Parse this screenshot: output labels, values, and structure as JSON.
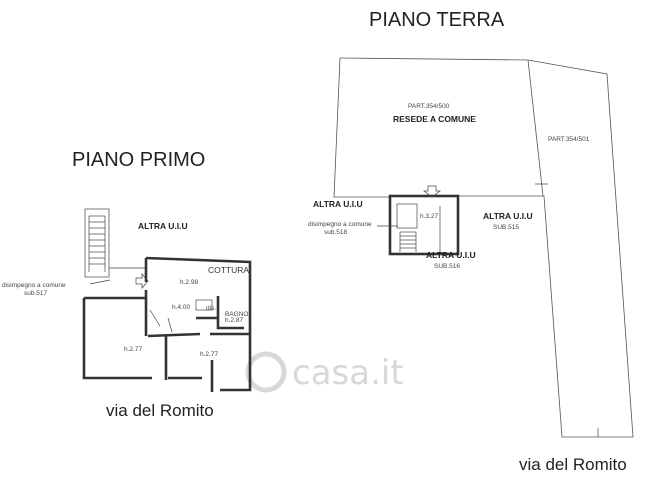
{
  "titles": {
    "ground_floor": "PIANO TERRA",
    "first_floor": "PIANO PRIMO"
  },
  "ground": {
    "parcel_500": "PART.354/500",
    "shared_yard": "RESEDE  A COMUNE",
    "parcel_501": "PART.354/501",
    "altra_uiu_left": "ALTRA U.I.U",
    "corridor_line1": "disimpegno a comune",
    "corridor_line2": "sub.518",
    "height_stair": "h.3.27",
    "altra_uiu_right": "ALTRA U.I.U",
    "sub_515": "SUB.515",
    "altra_uiu_bottom": "ALTRA U.I.U",
    "sub_516": "SUB.516",
    "street": "via del Romito"
  },
  "first": {
    "altra_uiu": "ALTRA U.I.U",
    "corridor_line1": "disimpegno a comune",
    "corridor_line2": "sub.517",
    "kitchen": "COTTURA",
    "height_kitchen": "h.2.98",
    "height_hall": "h.4.00",
    "dis": "dis.",
    "bathroom": "BAGNO",
    "height_bath": "h.2.87",
    "height_left_room": "h.2.77",
    "height_right_room": "h.2.77",
    "street": "via del Romito"
  },
  "watermark": "casa.it",
  "colors": {
    "ink": "#333333",
    "watermark": "#d8d8d8",
    "background": "#ffffff"
  }
}
